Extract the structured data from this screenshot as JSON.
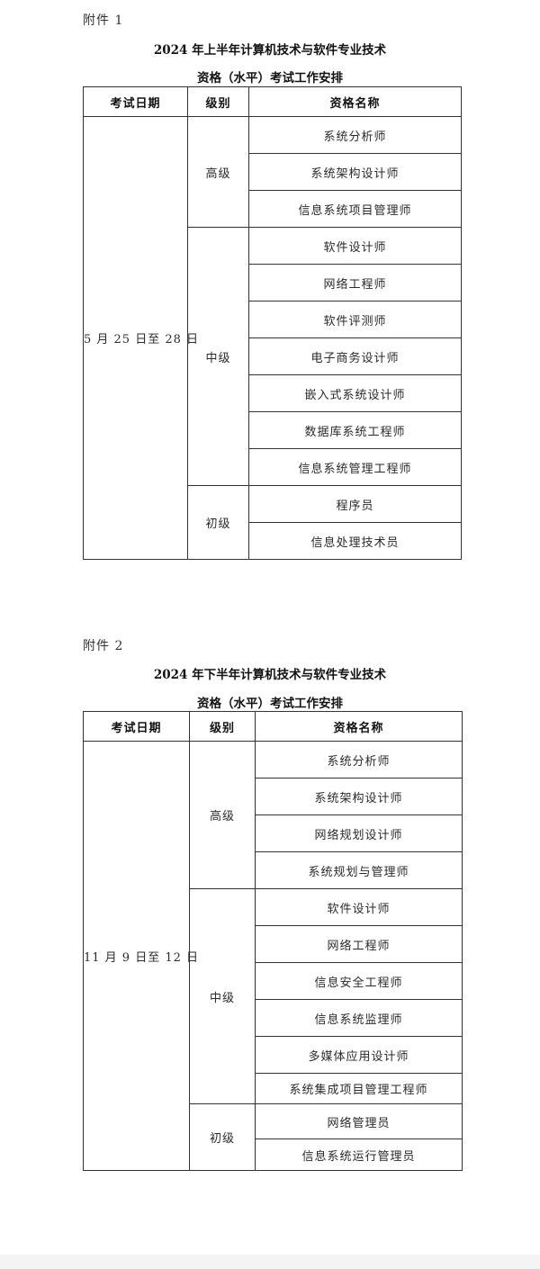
{
  "attachments": [
    {
      "label": "附件 1",
      "title_line1": "2024 年上半年计算机技术与软件专业技术",
      "title_line2": "资格（水平）考试工作安排",
      "headers": [
        "考试日期",
        "级别",
        "资格名称"
      ],
      "exam_date": "5 月 25 日至 28 日",
      "levels": [
        {
          "name": "高级",
          "qualifications": [
            "系统分析师",
            "系统架构设计师",
            "信息系统项目管理师"
          ]
        },
        {
          "name": "中级",
          "qualifications": [
            "软件设计师",
            "网络工程师",
            "软件评测师",
            "电子商务设计师",
            "嵌入式系统设计师",
            "数据库系统工程师",
            "信息系统管理工程师"
          ]
        },
        {
          "name": "初级",
          "qualifications": [
            "程序员",
            "信息处理技术员"
          ]
        }
      ]
    },
    {
      "label": "附件 2",
      "title_line1": "2024 年下半年计算机技术与软件专业技术",
      "title_line2": "资格（水平）考试工作安排",
      "headers": [
        "考试日期",
        "级别",
        "资格名称"
      ],
      "exam_date": "11 月 9 日至 12 日",
      "levels": [
        {
          "name": "高级",
          "qualifications": [
            "系统分析师",
            "系统架构设计师",
            "网络规划设计师",
            "系统规划与管理师"
          ]
        },
        {
          "name": "中级",
          "qualifications": [
            "软件设计师",
            "网络工程师",
            "信息安全工程师",
            "信息系统监理师",
            "多媒体应用设计师",
            "系统集成项目管理工程师"
          ]
        },
        {
          "name": "初级",
          "qualifications": [
            "网络管理员",
            "信息系统运行管理员"
          ]
        }
      ]
    }
  ]
}
